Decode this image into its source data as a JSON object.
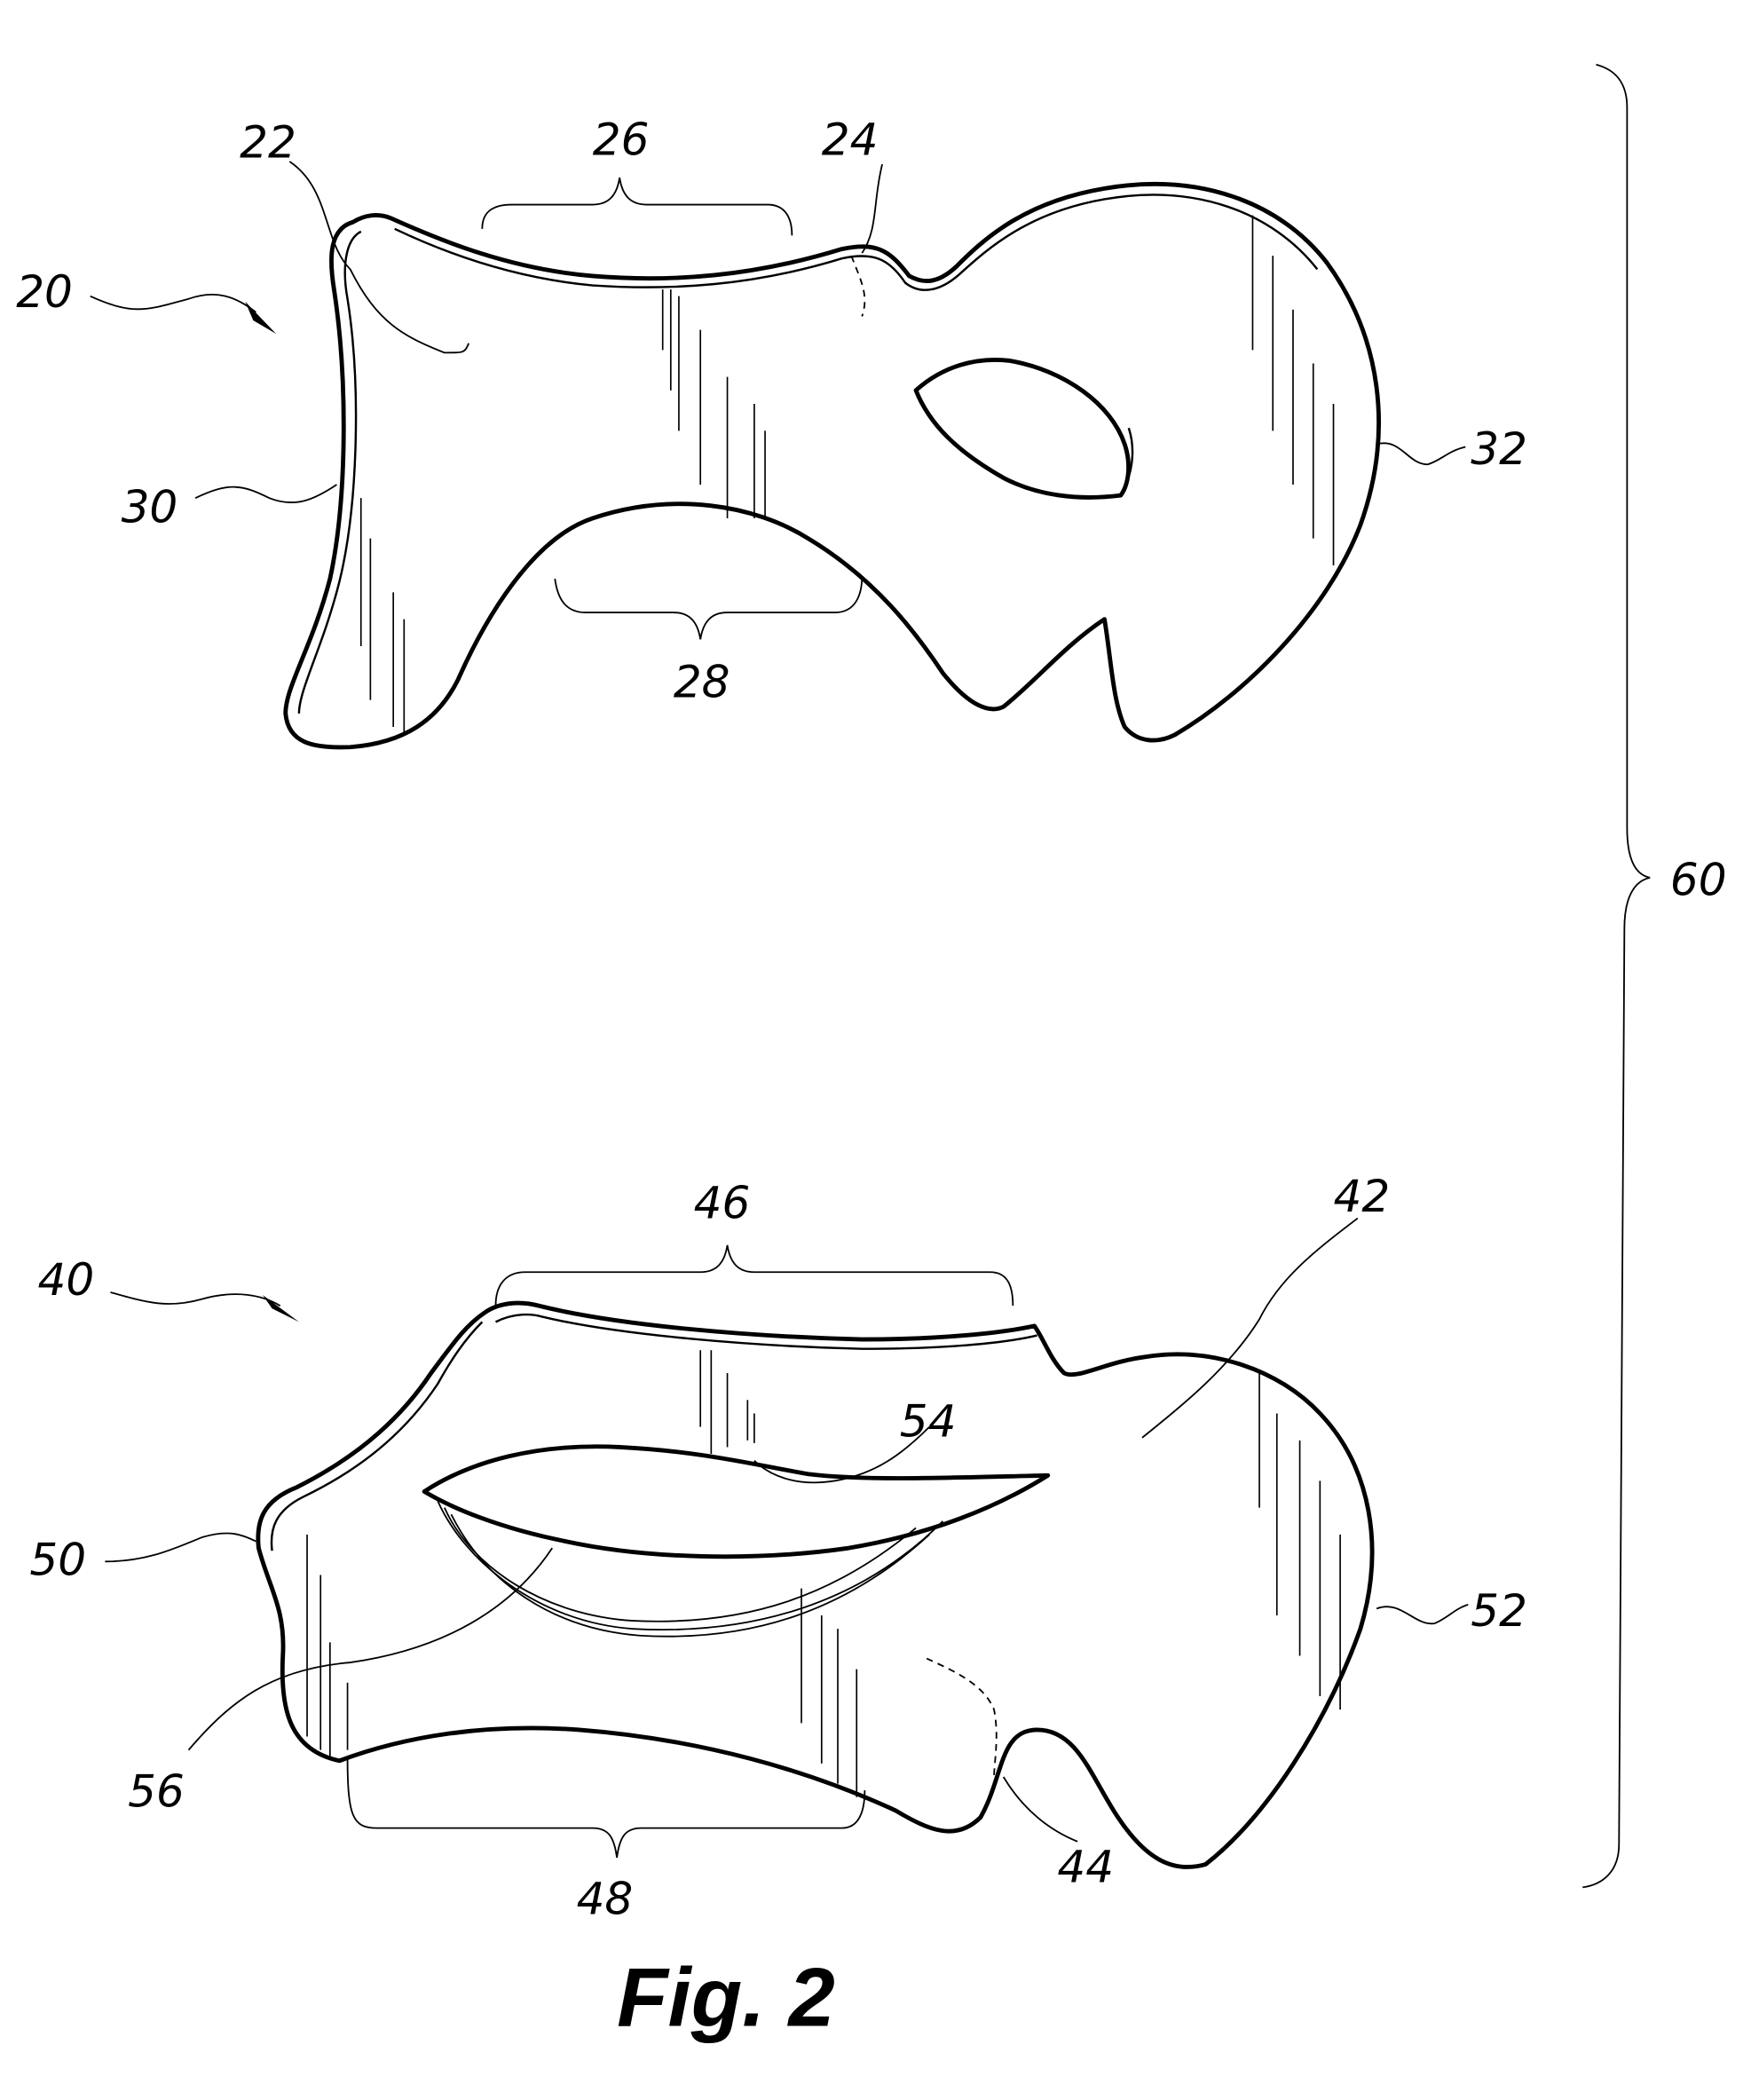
{
  "figure": {
    "caption": "Fig. 2",
    "upper_part": {
      "ref": "20",
      "labels": {
        "surface": "22",
        "hidden_edge": "24",
        "top_region": "26",
        "bottom_region": "28",
        "left_edge": "30",
        "right_edge": "32"
      }
    },
    "lower_part": {
      "ref": "40",
      "labels": {
        "surface": "42",
        "hidden_edge": "44",
        "top_region": "46",
        "bottom_region": "48",
        "left_edge": "50",
        "right_edge": "52",
        "opening": "54",
        "lip": "56"
      }
    },
    "assembly_ref": "60"
  }
}
